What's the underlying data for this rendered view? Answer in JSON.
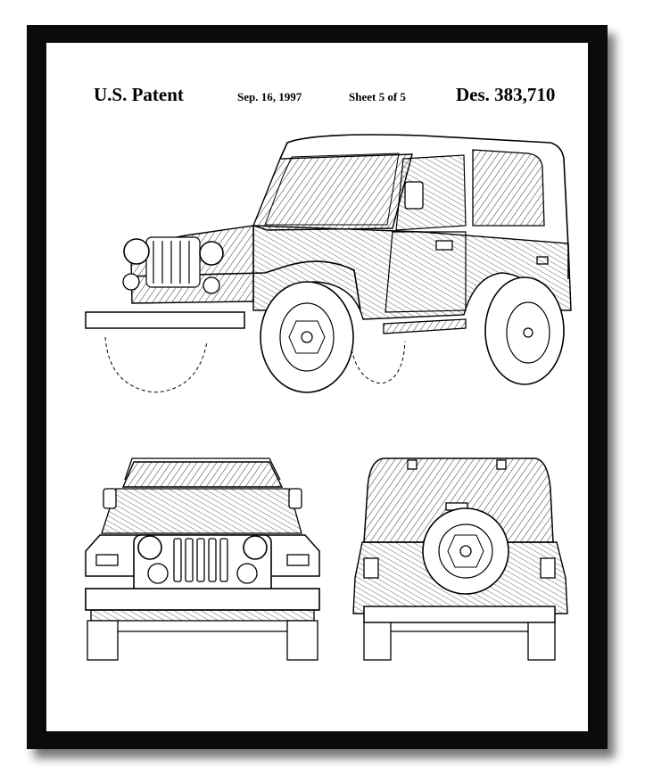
{
  "header": {
    "patent": "U.S. Patent",
    "date": "Sep. 16, 1997",
    "sheet": "Sheet 5 of 5",
    "design_number": "Des. 383,710"
  },
  "colors": {
    "frame": "#0b0b0b",
    "mat": "#ffffff",
    "ink": "#000000"
  }
}
